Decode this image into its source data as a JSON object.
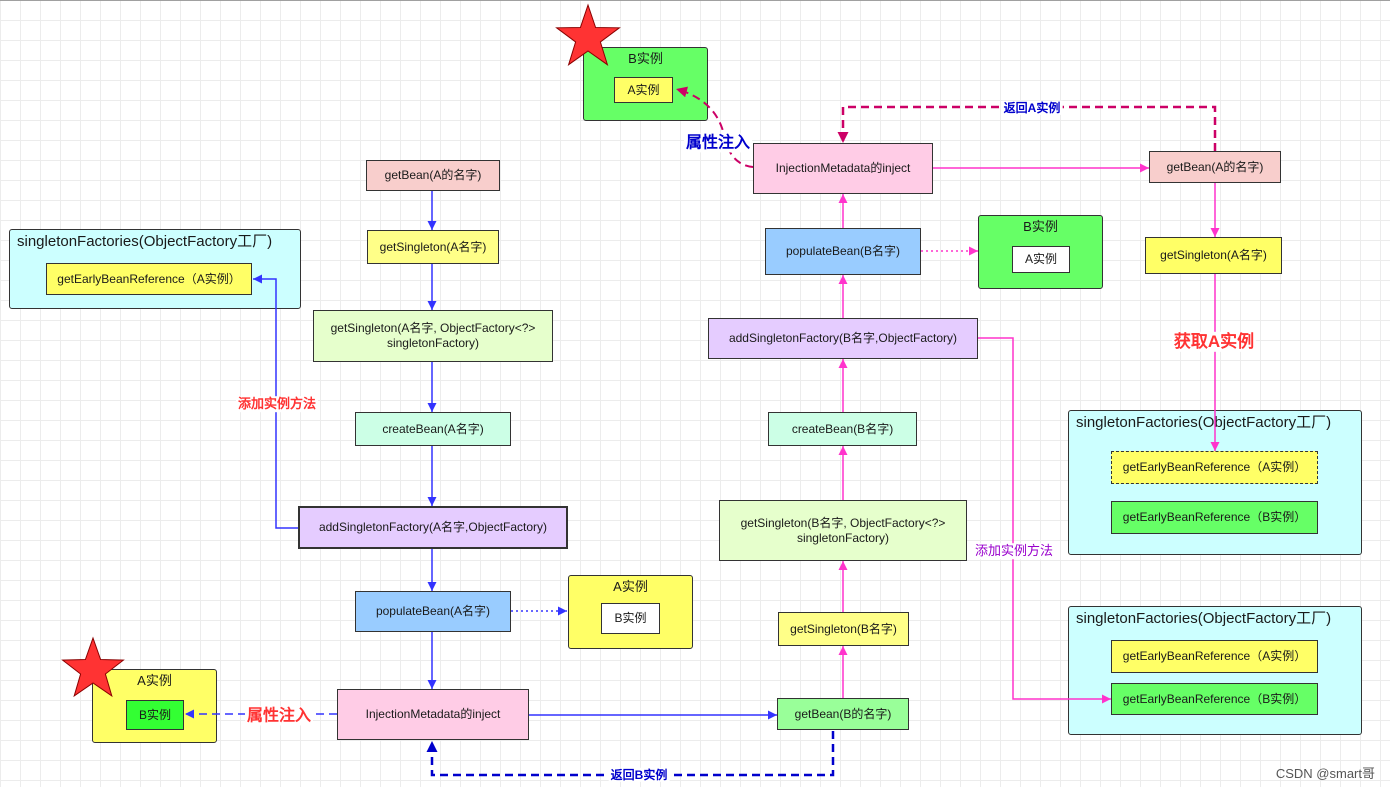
{
  "left_flow": {
    "get_bean": "getBean(A的名字)",
    "get_singleton": "getSingleton(A名字)",
    "get_singleton_factory": [
      "getSingleton(A名字, ObjectFactory<?>",
      "singletonFactory)"
    ],
    "create_bean": "createBean(A名字)",
    "add_singleton_factory": "addSingletonFactory(A名字,ObjectFactory)",
    "populate_bean": "populateBean(A名字)",
    "inject": "InjectionMetadata的inject"
  },
  "middle_flow": {
    "get_bean": "getBean(B的名字)",
    "get_singleton": "getSingleton(B名字)",
    "get_singleton_factory": [
      "getSingleton(B名字, ObjectFactory<?>",
      "singletonFactory)"
    ],
    "create_bean": "createBean(B名字)",
    "add_singleton_factory": "addSingletonFactory(B名字,ObjectFactory)",
    "populate_bean": "populateBean(B名字)",
    "inject": "InjectionMetadata的inject"
  },
  "right_flow": {
    "get_bean": "getBean(A的名字)",
    "get_singleton": "getSingleton(A名字)"
  },
  "factories": {
    "left": {
      "title": "singletonFactories(ObjectFactory工厂)",
      "items": [
        "getEarlyBeanReference（A实例）"
      ]
    },
    "right_top": {
      "title": "singletonFactories(ObjectFactory工厂)",
      "items": [
        "getEarlyBeanReference（A实例）",
        "getEarlyBeanReference（B实例）"
      ]
    },
    "right_bottom": {
      "title": "singletonFactories(ObjectFactory工厂)",
      "items": [
        "getEarlyBeanReference（A实例）",
        "getEarlyBeanReference（B实例）"
      ]
    }
  },
  "instances": {
    "bottom_left": {
      "title": "A实例",
      "inner": "B实例"
    },
    "populate_a_target": {
      "title": "A实例",
      "inner": "B实例"
    },
    "populate_b_target": {
      "title": "B实例",
      "inner": "A实例"
    },
    "top": {
      "title": "B实例",
      "inner": "A实例"
    }
  },
  "labels": {
    "add_method_left": "添加实例方法",
    "inject_property_bottom": "属性注入",
    "return_b": "返回B实例",
    "inject_property_top": "属性注入",
    "return_a": "返回A实例",
    "get_a_instance": "获取A实例",
    "add_method_right": "添加实例方法"
  },
  "watermark": "CSDN @smart哥",
  "colors": {
    "pink": "#f8cecc",
    "yellow": "#ffff88",
    "bright_yellow": "#ffff66",
    "light_green": "#e6ffcc",
    "mint": "#ccffe6",
    "lavender": "#e5ccff",
    "light_blue": "#99ccff",
    "inject_pink": "#ffcce6",
    "green": "#99ff99",
    "bright_green": "#66ff66",
    "vivid_green": "#33ff33",
    "cyan": "#ccffff",
    "blue_arrow": "#3333ff",
    "magenta_arrow": "#ff33cc",
    "dark_magenta": "#cc0066",
    "navy": "#0000cc",
    "red": "#ff3333",
    "purple": "#9900cc"
  }
}
